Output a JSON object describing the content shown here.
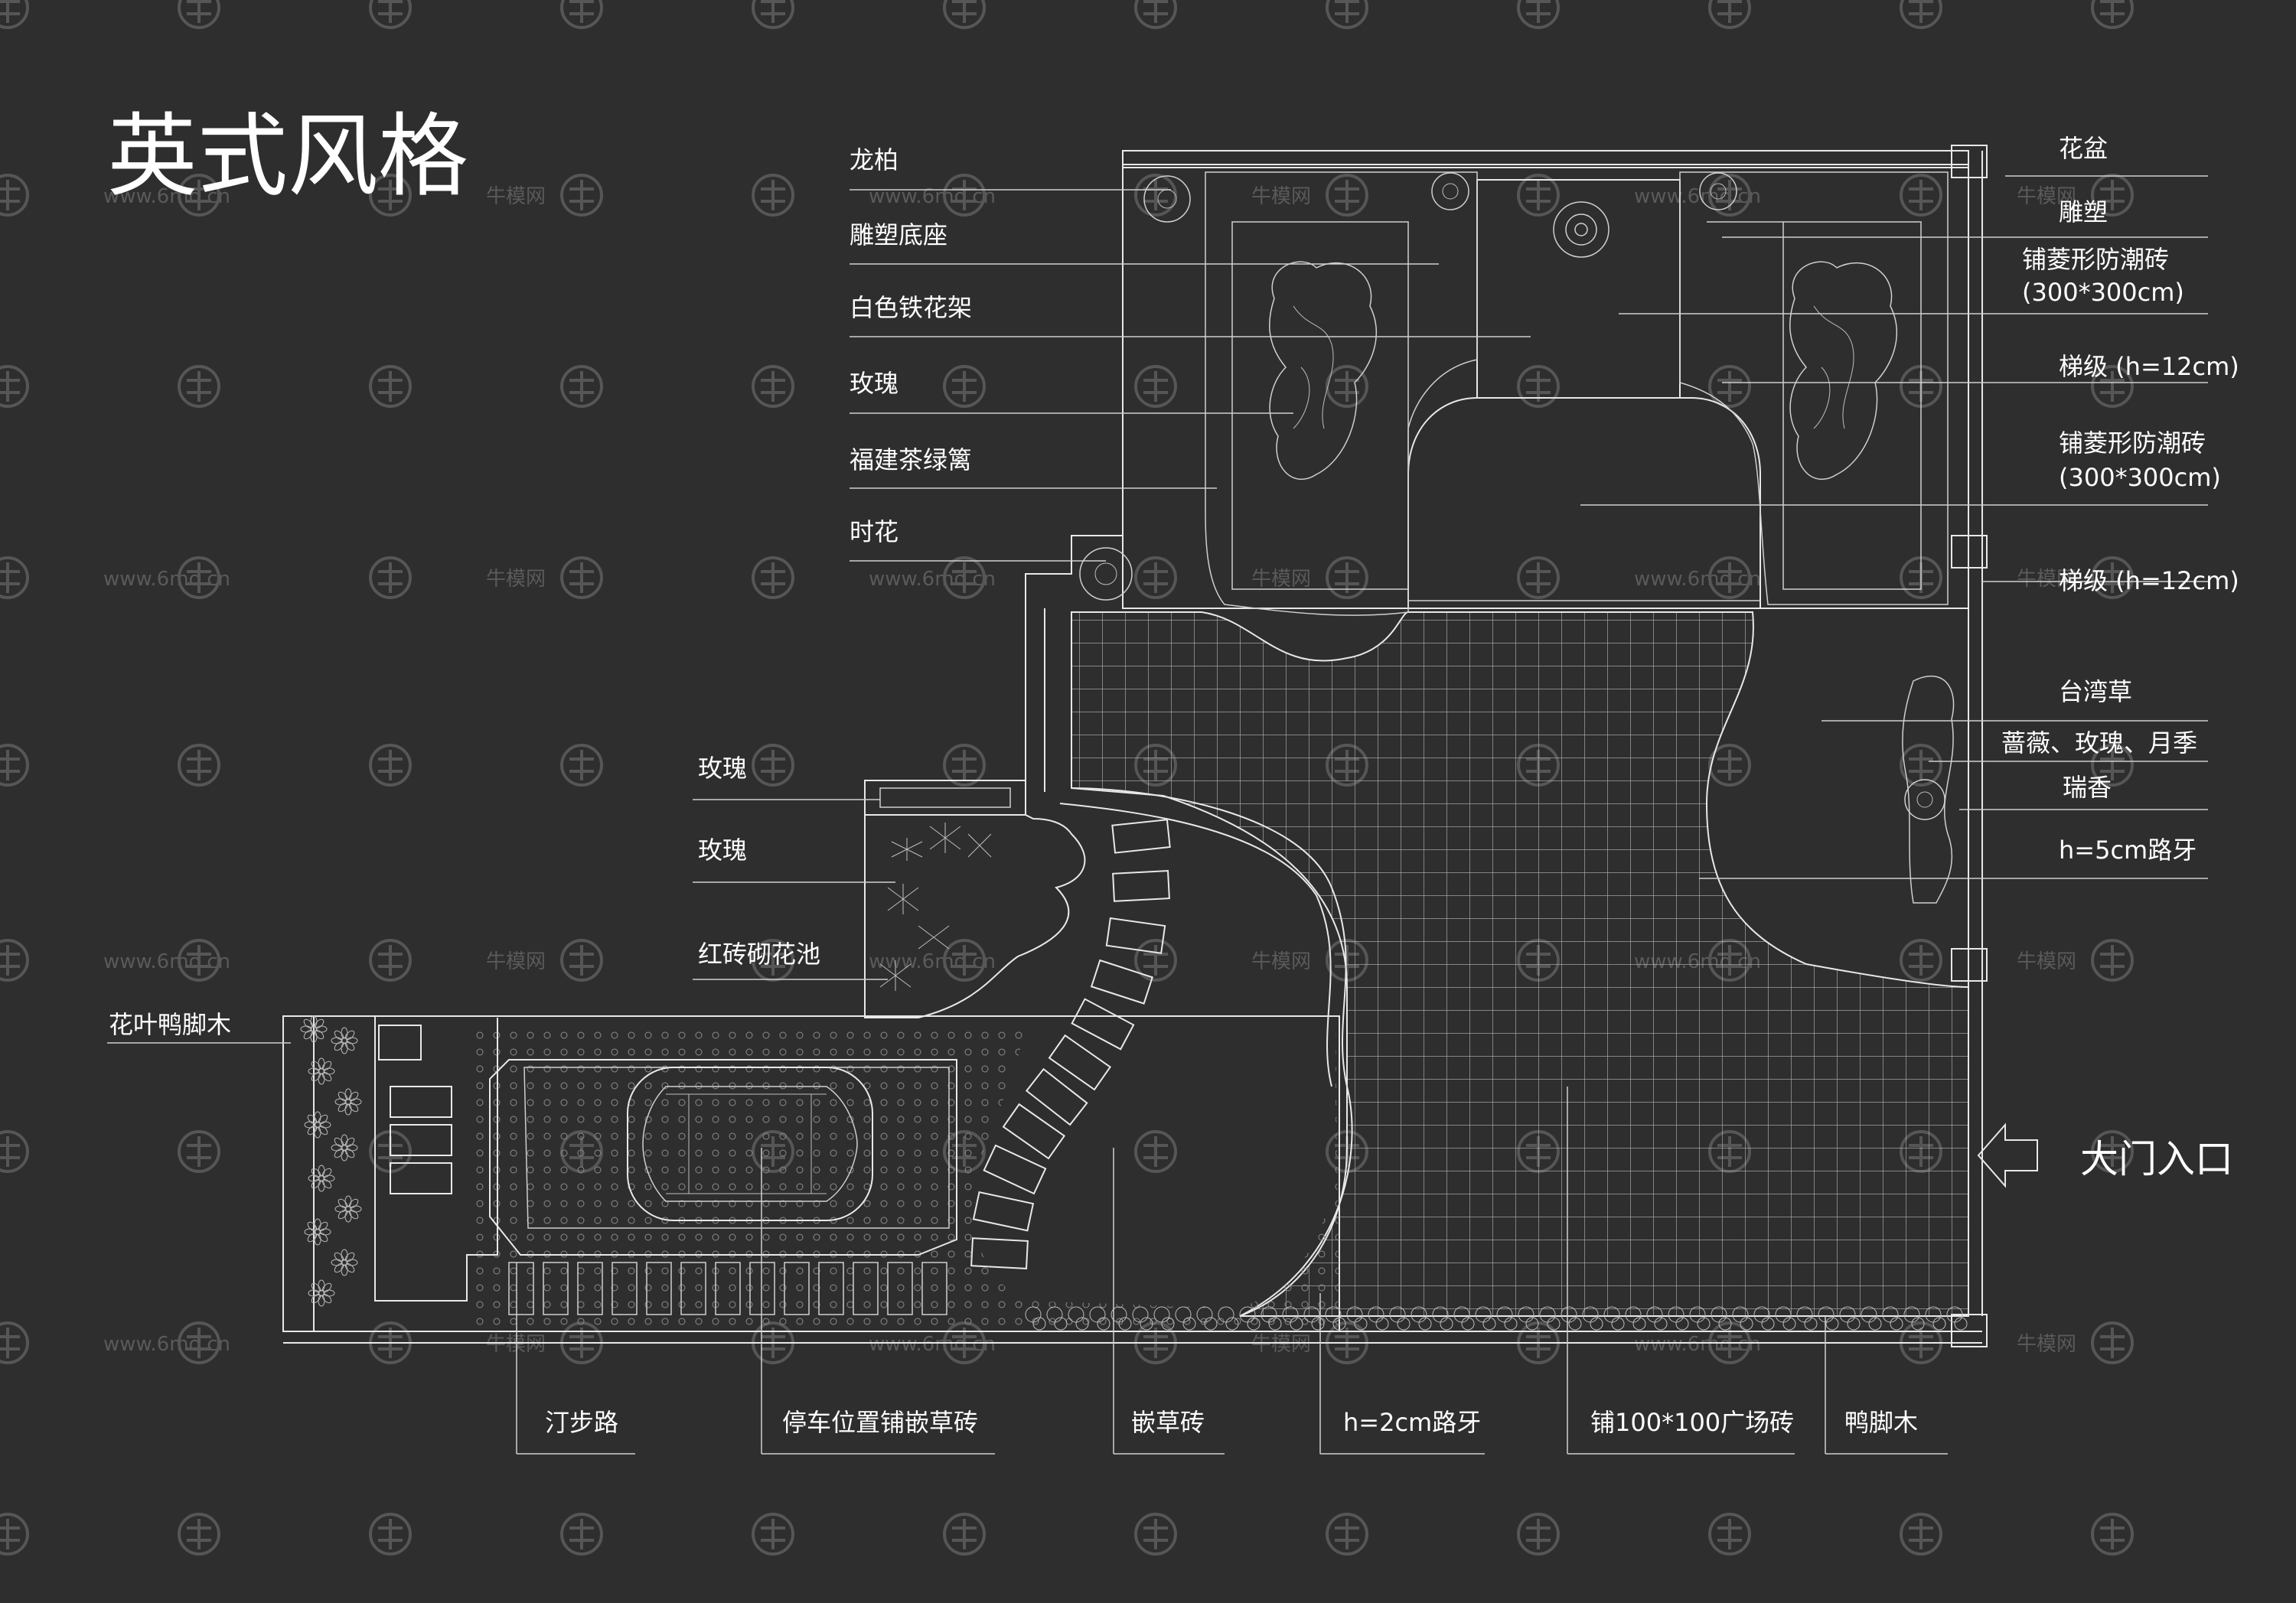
{
  "title": "英式风格",
  "watermark": {
    "url": "www.6mo.cn",
    "brand": "牛模网"
  },
  "labels_top_left": [
    "龙柏",
    "雕塑底座",
    "白色铁花架",
    "玫瑰",
    "福建茶绿篱",
    "时花"
  ],
  "labels_left_mid": [
    "玫瑰",
    "玫瑰",
    "红砖砌花池"
  ],
  "labels_far_left": [
    "花叶鸭脚木"
  ],
  "labels_right": {
    "flower_pot": "花盆",
    "sculpture": "雕塑",
    "tile1_line1": "铺菱形防潮砖",
    "tile1_line2": "(300*300cm)",
    "step1": "梯级 (h=12cm)",
    "tile2_line1": "铺菱形防潮砖",
    "tile2_line2": "(300*300cm)",
    "step2": "梯级 (h=12cm)",
    "grass": "台湾草",
    "roses": "蔷薇、玫瑰、月季",
    "daphne": "瑞香",
    "curb5": "h=5cm路牙"
  },
  "labels_bottom": [
    "汀步路",
    "停车位置铺嵌草砖",
    "嵌草砖",
    "h=2cm路牙",
    "铺100*100广场砖",
    "鸭脚木"
  ],
  "entrance": {
    "label": "大门入口",
    "icon": "arrow-left-icon"
  },
  "colors": {
    "background": "#2e2e2e",
    "lines": "#e8e8e8",
    "watermark": "#5a5a5a"
  }
}
